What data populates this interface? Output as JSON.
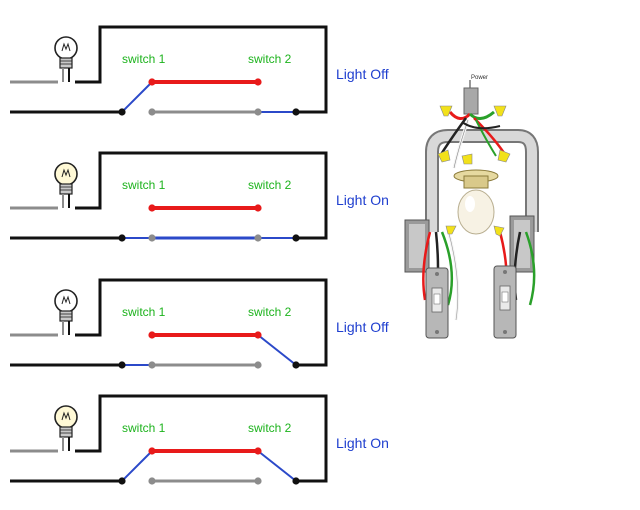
{
  "colors": {
    "wire_hot": "#111111",
    "wire_traveler_active": "#e81a1a",
    "wire_traveler_idle": "#8c8c8c",
    "wire_neutral": "#8c8c8c",
    "wire_load": "#2b49c9",
    "switch_label": "#1db31d",
    "state_label": "#1f3fcf"
  },
  "panels": [
    {
      "switch1_label": "switch 1",
      "switch2_label": "switch 2",
      "state": "Light Off",
      "s1": "top",
      "s2": "bottom"
    },
    {
      "switch1_label": "switch 1",
      "switch2_label": "switch 2",
      "state": "Light On",
      "s1": "bottom",
      "s2": "bottom"
    },
    {
      "switch1_label": "switch 1",
      "switch2_label": "switch 2",
      "state": "Light Off",
      "s1": "bottom",
      "s2": "top"
    },
    {
      "switch1_label": "switch 1",
      "switch2_label": "switch 2",
      "state": "Light On",
      "s1": "top",
      "s2": "top"
    }
  ],
  "wiring_illustration": {
    "power_label": "Power",
    "icons": [
      "bulb-icon",
      "switch-box-icon",
      "wire-nut-icon"
    ]
  }
}
